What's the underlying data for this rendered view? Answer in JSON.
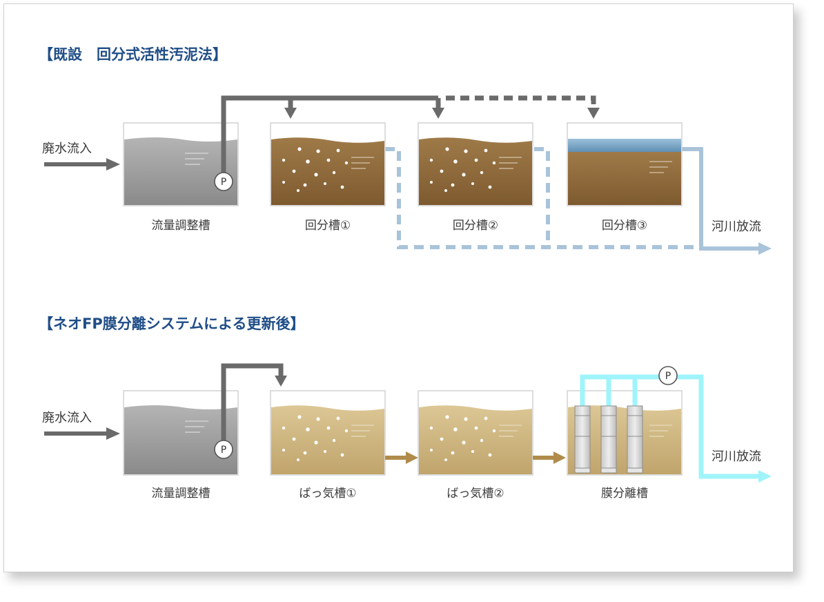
{
  "sections": {
    "existing": {
      "heading": "【既設　回分式活性汚泥法】",
      "inflow_label": "廃水流入",
      "outflow_label": "河川放流",
      "tanks": [
        {
          "label": "流量調整槽",
          "content": "wastewater-gray"
        },
        {
          "label": "回分槽①",
          "content": "brown-sludge"
        },
        {
          "label": "回分槽②",
          "content": "brown-sludge"
        },
        {
          "label": "回分槽③",
          "content": "settled-with-clear-layer"
        }
      ],
      "pump_symbol": "P"
    },
    "renewed": {
      "heading": "【ネオFP膜分離システムによる更新後】",
      "inflow_label": "廃水流入",
      "outflow_label": "河川放流",
      "tanks": [
        {
          "label": "流量調整槽",
          "content": "wastewater-gray"
        },
        {
          "label": "ばっ気槽①",
          "content": "light-sludge"
        },
        {
          "label": "ばっ気槽②",
          "content": "light-sludge"
        },
        {
          "label": "膜分離槽",
          "content": "membrane-modules"
        }
      ],
      "pump_symbol_1": "P",
      "pump_symbol_2": "P"
    }
  },
  "colors": {
    "heading": "#1f4d86",
    "gray_pipe": "#6a6a6a",
    "blue_pipe": "#a9c3d9",
    "cyan_pipe": "#9ff4fb",
    "gold_arrow": "#b08b4a",
    "gray_water": "#9a9a9a",
    "brown_sludge": "#8f6a3c",
    "light_sludge": "#cdb27b"
  }
}
